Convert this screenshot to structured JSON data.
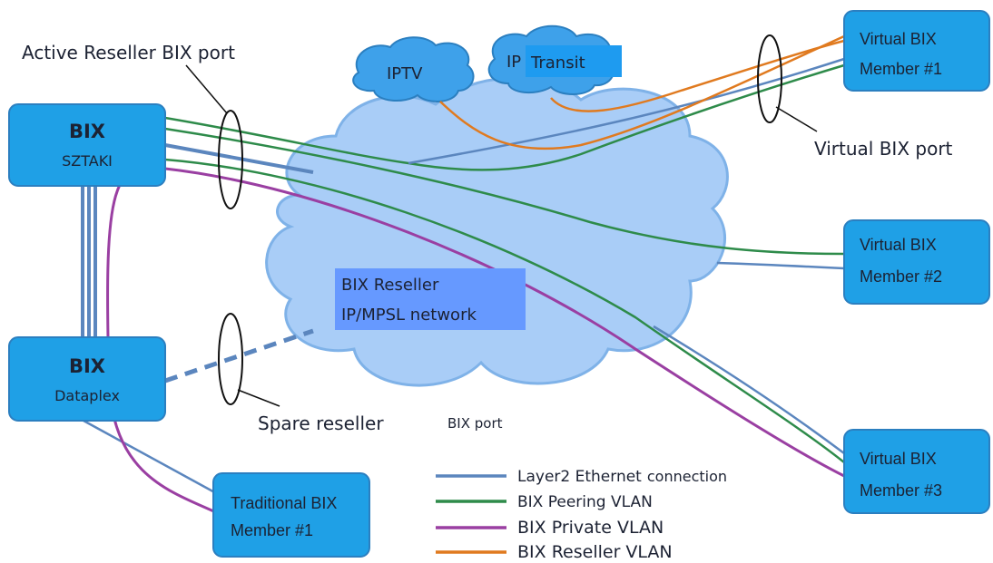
{
  "colors": {
    "layer2": "#5b86be",
    "peering": "#2e8b4a",
    "private": "#9a3fa2",
    "reseller": "#e07a1f",
    "box_fill": "#1fa0e6",
    "box_stroke": "#2b7fc0",
    "cloud_fill": "#a9cdf7",
    "cloud_stroke": "#7fb2e8",
    "highlight": "#6699ff",
    "transit_highlight": "#1e9bf0"
  },
  "labels": {
    "active_reseller_port": "Active Reseller BIX port",
    "virtual_bix_port": "Virtual BIX port",
    "spare_reseller": "Spare reseller",
    "spare_bix_port": "BIX port"
  },
  "clouds": {
    "iptv": "IPTV",
    "ip_transit_ip": "IP",
    "ip_transit_rest": "Transit",
    "reseller_network_line1": "BIX Reseller",
    "reseller_network_line2": "IP/MPSL network"
  },
  "nodes": {
    "bix_sztaki": {
      "title": "BIX",
      "subtitle": "SZTAKI"
    },
    "bix_dataplex": {
      "title": "BIX",
      "subtitle": "Dataplex"
    },
    "traditional_member": {
      "line1": "Traditional BIX",
      "line2": "Member #1"
    },
    "virtual_member_1": {
      "line1": "Virtual BIX",
      "line2": "Member #1"
    },
    "virtual_member_2": {
      "line1": "Virtual BIX",
      "line2": "Member #2"
    },
    "virtual_member_3": {
      "line1": "Virtual BIX",
      "line2": "Member #3"
    }
  },
  "legend": [
    {
      "label": "Layer2 Ethernet",
      "suffix": "connection",
      "color_key": "layer2"
    },
    {
      "label": "BIX Peering VLAN",
      "suffix": "",
      "color_key": "peering"
    },
    {
      "label": "BIX Private VLAN",
      "suffix": "",
      "color_key": "private"
    },
    {
      "label": "BIX Reseller VLAN",
      "suffix": "",
      "color_key": "reseller"
    }
  ]
}
